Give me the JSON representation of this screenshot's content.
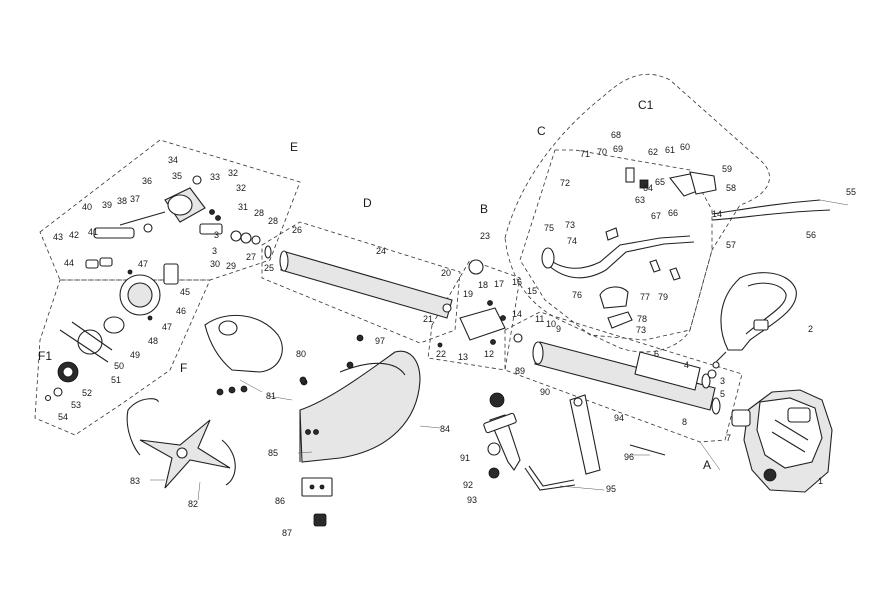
{
  "group_labels": {
    "A": "A",
    "B": "B",
    "C": "C",
    "C1": "C1",
    "D": "D",
    "E": "E",
    "F": "F",
    "F1": "F1"
  },
  "part_numbers": {
    "n1": "1",
    "n2": "2",
    "n3a": "3",
    "n3b": "3",
    "n3c": "3",
    "n4": "4",
    "n5": "5",
    "n6": "6",
    "n7": "7",
    "n8": "8",
    "n9": "9",
    "n10": "10",
    "n11": "11",
    "n12": "12",
    "n13": "13",
    "n14a": "14",
    "n14b": "14",
    "n15": "15",
    "n16": "16",
    "n17": "17",
    "n18": "18",
    "n19": "19",
    "n20": "20",
    "n21": "21",
    "n22": "22",
    "n23": "23",
    "n24": "24",
    "n25": "25",
    "n26": "26",
    "n27": "27",
    "n28a": "28",
    "n28b": "28",
    "n29": "29",
    "n30": "30",
    "n31": "31",
    "n32a": "32",
    "n32b": "32",
    "n33": "33",
    "n34": "34",
    "n35": "35",
    "n36": "36",
    "n37": "37",
    "n38": "38",
    "n39": "39",
    "n40": "40",
    "n41": "41",
    "n42": "42",
    "n43": "43",
    "n44": "44",
    "n45": "45",
    "n46": "46",
    "n47a": "47",
    "n47b": "47",
    "n48": "48",
    "n49": "49",
    "n50": "50",
    "n51": "51",
    "n52": "52",
    "n53": "53",
    "n54": "54",
    "n55": "55",
    "n56": "56",
    "n57": "57",
    "n58": "58",
    "n59": "59",
    "n60": "60",
    "n61": "61",
    "n62": "62",
    "n63": "63",
    "n64": "64",
    "n65": "65",
    "n66": "66",
    "n67": "67",
    "n68": "68",
    "n69": "69",
    "n70": "70",
    "n71": "71",
    "n72": "72",
    "n73a": "73",
    "n73b": "73",
    "n74": "74",
    "n75": "75",
    "n76": "76",
    "n77": "77",
    "n78": "78",
    "n79": "79",
    "n80": "80",
    "n81": "81",
    "n82": "82",
    "n83": "83",
    "n84": "84",
    "n85": "85",
    "n86": "86",
    "n87": "87",
    "n89": "89",
    "n90": "90",
    "n91": "91",
    "n92": "92",
    "n93": "93",
    "n94": "94",
    "n95": "95",
    "n96": "96",
    "n97": "97"
  },
  "colors": {
    "line": "#222222",
    "background": "#ffffff",
    "shade": "#e6e6e6",
    "dark_part": "#2a2a2a"
  },
  "icon_names": [
    "engine",
    "harness-strap",
    "handlebar",
    "drive-shaft-tube",
    "grass-guard",
    "blade",
    "trimmer-head",
    "spark-plug-wrench",
    "hex-key"
  ]
}
